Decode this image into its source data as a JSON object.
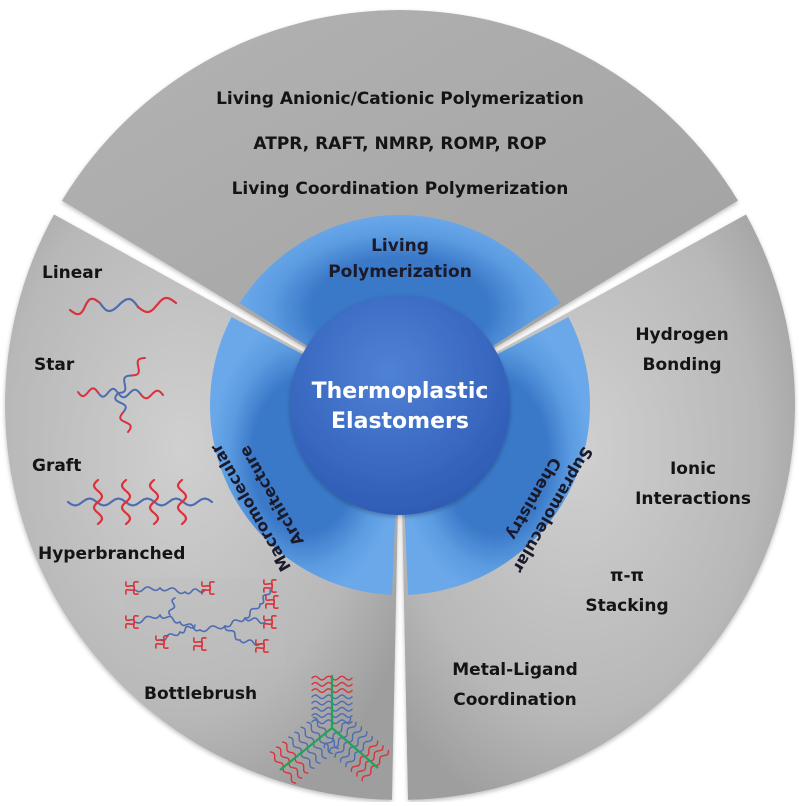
{
  "center": {
    "line1": "Thermoplastic",
    "line2": "Elastomers"
  },
  "sectors": {
    "living": {
      "ring_line1": "Living",
      "ring_line2": "Polymerization",
      "items": [
        "Living Anionic/Cationic Polymerization",
        "ATPR, RAFT, NMRP, ROMP, ROP",
        "Living Coordination Polymerization"
      ]
    },
    "architecture": {
      "ring_line1": "Macromolecular",
      "ring_line2": "Architecture",
      "items": [
        {
          "label": "Linear",
          "icon": "linear-polymer-icon"
        },
        {
          "label": "Star",
          "icon": "star-polymer-icon"
        },
        {
          "label": "Graft",
          "icon": "graft-polymer-icon"
        },
        {
          "label": "Hyperbranched",
          "icon": "hyperbranched-polymer-icon"
        },
        {
          "label": "Bottlebrush",
          "icon": "bottlebrush-polymer-icon"
        }
      ]
    },
    "supramolecular": {
      "ring_line1": "Supramolecular",
      "ring_line2": "Chemistry",
      "items": [
        {
          "line1": "Hydrogen",
          "line2": "Bonding"
        },
        {
          "line1": "Ionic",
          "line2": "Interactions"
        },
        {
          "line1": "π-π",
          "line2": "Stacking"
        },
        {
          "line1": "Metal-Ligand",
          "line2": "Coordination"
        }
      ]
    }
  },
  "colors": {
    "outer_gray": "#a9a9a9",
    "outer_gray_light": "#c4c4c4",
    "ring_blue": "#5b9be0",
    "ring_blue_dark": "#3f7fcf",
    "core_blue": "#3d6fc9",
    "core_blue_dark": "#2e5bb5",
    "block_red": "#d8333b",
    "block_blue": "#4d6db0",
    "backbone_green": "#22a35a",
    "text_dark": "#141414",
    "text_light": "#ffffff"
  }
}
